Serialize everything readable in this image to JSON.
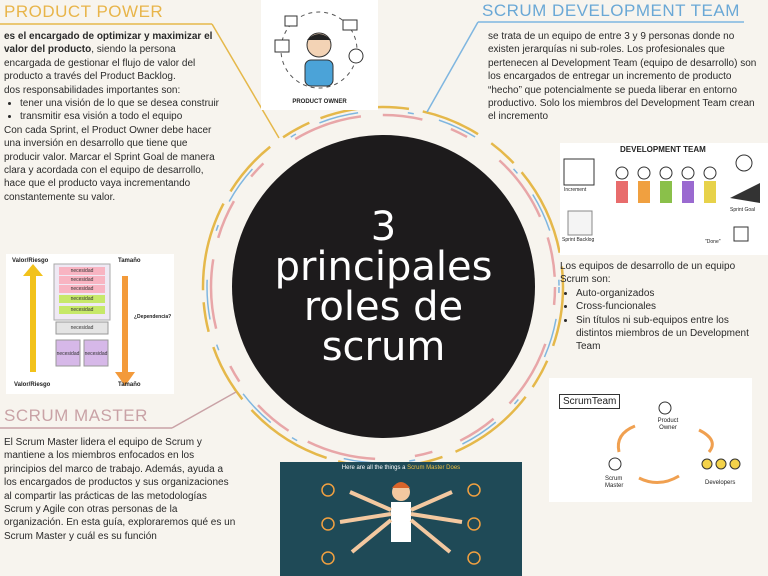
{
  "center": {
    "title": "3\nprincipales\nroles de\nscrum"
  },
  "product_power": {
    "heading": "PRODUCT POWER",
    "intro_bold": "es el encargado de optimizar y maximizar el valor del producto",
    "intro_rest": ", siendo la persona encargada de gestionar el flujo de valor del producto a través del Product Backlog.",
    "resp_title": "dos responsabilidades importantes son:",
    "bullets": [
      "tener una visión de lo que se desea construir",
      "transmitir esa visión a todo el equipo"
    ],
    "para2": "Con cada Sprint, el Product Owner debe hacer una inversión en desarrollo que tiene que producir valor. Marcar el Sprint Goal de manera clara y acordada con el equipo de desarrollo, hace que el producto vaya incrementando constantemente su valor."
  },
  "scrum_dev": {
    "heading": "SCRUM DEVELOPMENT TEAM",
    "para": "se trata de un equipo de entre 3 y 9 personas donde no existen jerarquías ni sub-roles. Los profesionales que pertenecen al Development Team (equipo de desarrollo) son los encargados de entregar un incremento de producto “hecho” que potencialmente se pueda liberar en entorno productivo. Solo los miembros del Development Team crean el incremento",
    "list_title": "Los equipos de desarrollo de un equipo Scrum son:",
    "bullets": [
      "Auto-organizados",
      "Cross-funcionales",
      "Sin títulos ni sub-equipos entre los distintos miembros de un Development Team"
    ]
  },
  "scrum_master": {
    "heading": "SCRUM MASTER",
    "para": "El Scrum Master lidera el equipo de Scrum y mantiene a los miembros enfocados en los principios del marco de trabajo. Además, ayuda a los encargados de productos y sus organizaciones al compartir las prácticas de las metodologías Scrum y Agile con otras personas de la organización. En esta guía, exploraremos qué es un Scrum Master y cuál es su función"
  },
  "images": {
    "product_owner": {
      "label": "PRODUCT OWNER"
    },
    "dev_team": {
      "title": "DEVELOPMENT TEAM",
      "increment": "Increment",
      "sprint_goal": "Sprint Goal",
      "sprint_backlog": "Sprint Backlog",
      "done": "\"Done\""
    },
    "backlog": {
      "value_risk_top": "Valor/Riesgo",
      "size_top": "Tamaño",
      "dependency": "¿Dependencia?",
      "value_risk_bottom": "Valor/Riesgo",
      "size_bottom": "Tamaño",
      "item": "necesidad"
    },
    "scrum_team": {
      "title": "ScrumTeam",
      "product_owner": "Product Owner",
      "scrum_master": "Scrum Master",
      "developers": "Developers"
    },
    "scrum_master_img": {
      "title_a": "Here are all the things a ",
      "title_b": "Scrum Master Does"
    }
  },
  "colors": {
    "product_heading": "#e8b54a",
    "dev_heading": "#6aa8d6",
    "master_heading": "#c9a2a6",
    "circle": "#1d1b1c"
  }
}
